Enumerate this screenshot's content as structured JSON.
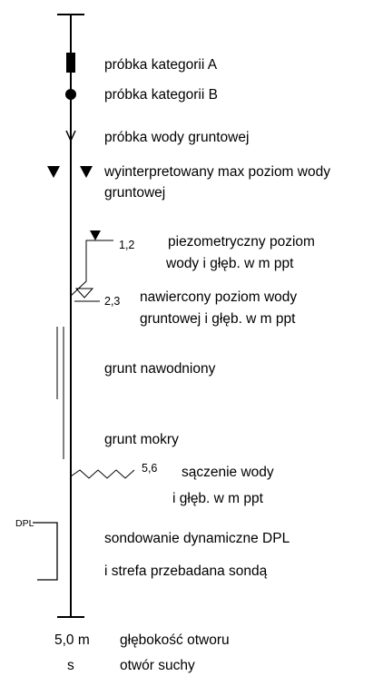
{
  "legend": {
    "sample_a": "próbka kategorii A",
    "sample_b": "próbka kategorii B",
    "groundwater_sample": "próbka wody gruntowej",
    "interpreted_max_line1": "wyinterpretowany max poziom wody",
    "interpreted_max_line2": "gruntowej",
    "piezometric_value": "1,2",
    "piezometric_line1": "piezometryczny poziom",
    "piezometric_line2": "wody i głęb. w m ppt",
    "drilled_value": "2,3",
    "drilled_line1": "nawiercony poziom wody",
    "drilled_line2": "gruntowej i głęb. w m ppt",
    "saturated_soil": "grunt nawodniony",
    "wet_soil": "grunt mokry",
    "seepage_value": "5,6",
    "seepage_line1": "sączenie wody",
    "seepage_line2": "i głęb. w m ppt",
    "dpl_tag": "DPL",
    "dpl_line1": "sondowanie dynamiczne DPL",
    "dpl_line2": "i strefa przebadana sondą",
    "depth_value": "5,0 m",
    "depth_label": "głębokość otworu",
    "dry_symbol": "s",
    "dry_label": "otwór suchy"
  },
  "colors": {
    "ink": "#000000",
    "background": "#ffffff"
  }
}
